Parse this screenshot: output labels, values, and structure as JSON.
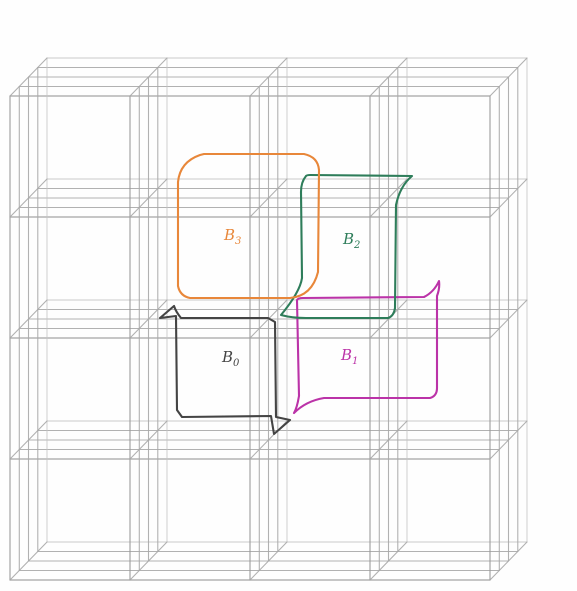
{
  "diagram": {
    "grid": {
      "cells_per_axis": 4,
      "color": "#a9a9a9"
    },
    "blocks": [
      {
        "id": "B0",
        "letter": "B",
        "subscript": "0",
        "color": "#444444"
      },
      {
        "id": "B1",
        "letter": "B",
        "subscript": "1",
        "color": "#bb33a8"
      },
      {
        "id": "B2",
        "letter": "B",
        "subscript": "2",
        "color": "#2e7d5a"
      },
      {
        "id": "B3",
        "letter": "B",
        "subscript": "3",
        "color": "#e8873a"
      }
    ]
  }
}
